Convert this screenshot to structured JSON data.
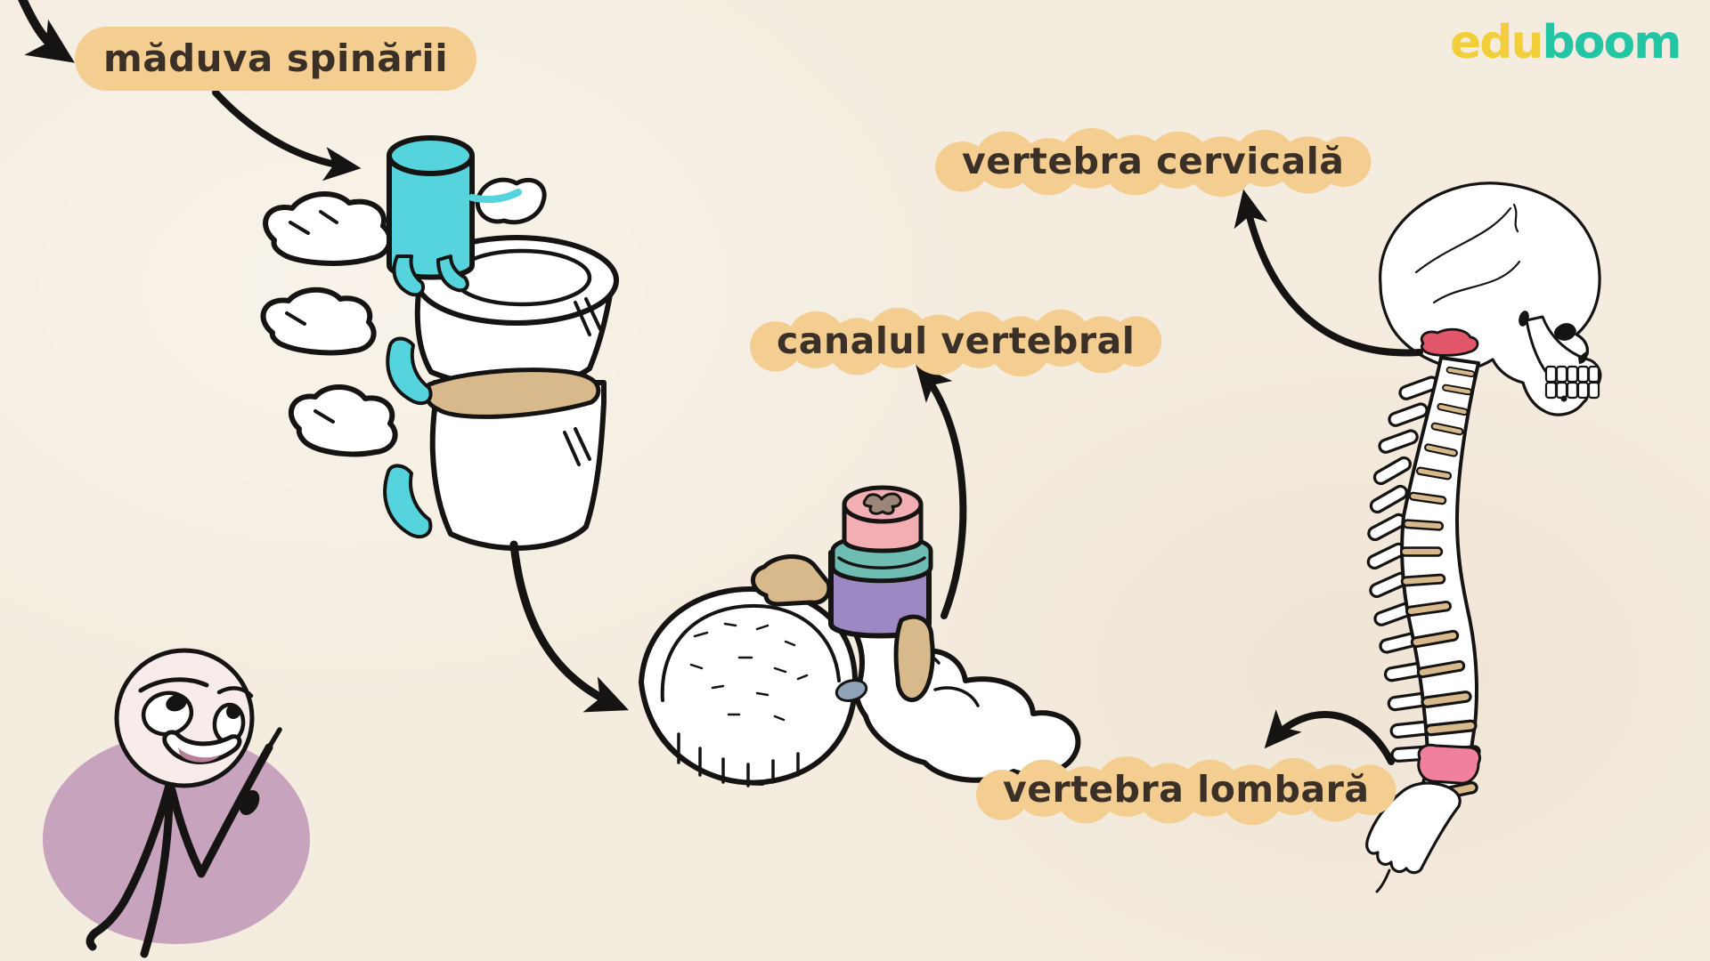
{
  "logo": {
    "edu": "edu",
    "boom": "boom"
  },
  "labels": {
    "maduva_spinarii": "măduva spinării",
    "vertebra_cervicala": "vertebra cervicală",
    "canalul_vertebral": "canalul vertebral",
    "vertebra_lombara": "vertebra lombară"
  },
  "colors": {
    "bg": "#f4ecdf",
    "label_highlight": "#f4cd90",
    "label_text": "#3a3028",
    "arrow": "#151413",
    "outline": "#151413",
    "bone": "#ffffff",
    "cord_cyan": "#55d4dd",
    "disc_tan": "#d8b98c",
    "canal_purple": "#9c89c3",
    "canal_teal": "#6fbcb2",
    "cord_pink": "#f2aeb2",
    "gray_matter": "#9c8678",
    "atlas_red": "#e2566b",
    "lumbar_pink": "#f0809c",
    "canal_blue": "#8fa3b8",
    "blob_mauve": "#c8a3be",
    "skin": "#f8ecea",
    "mouth_pink": "#b97f98",
    "logo_edu": "#f2cf3a",
    "logo_boom": "#22c5a4"
  }
}
